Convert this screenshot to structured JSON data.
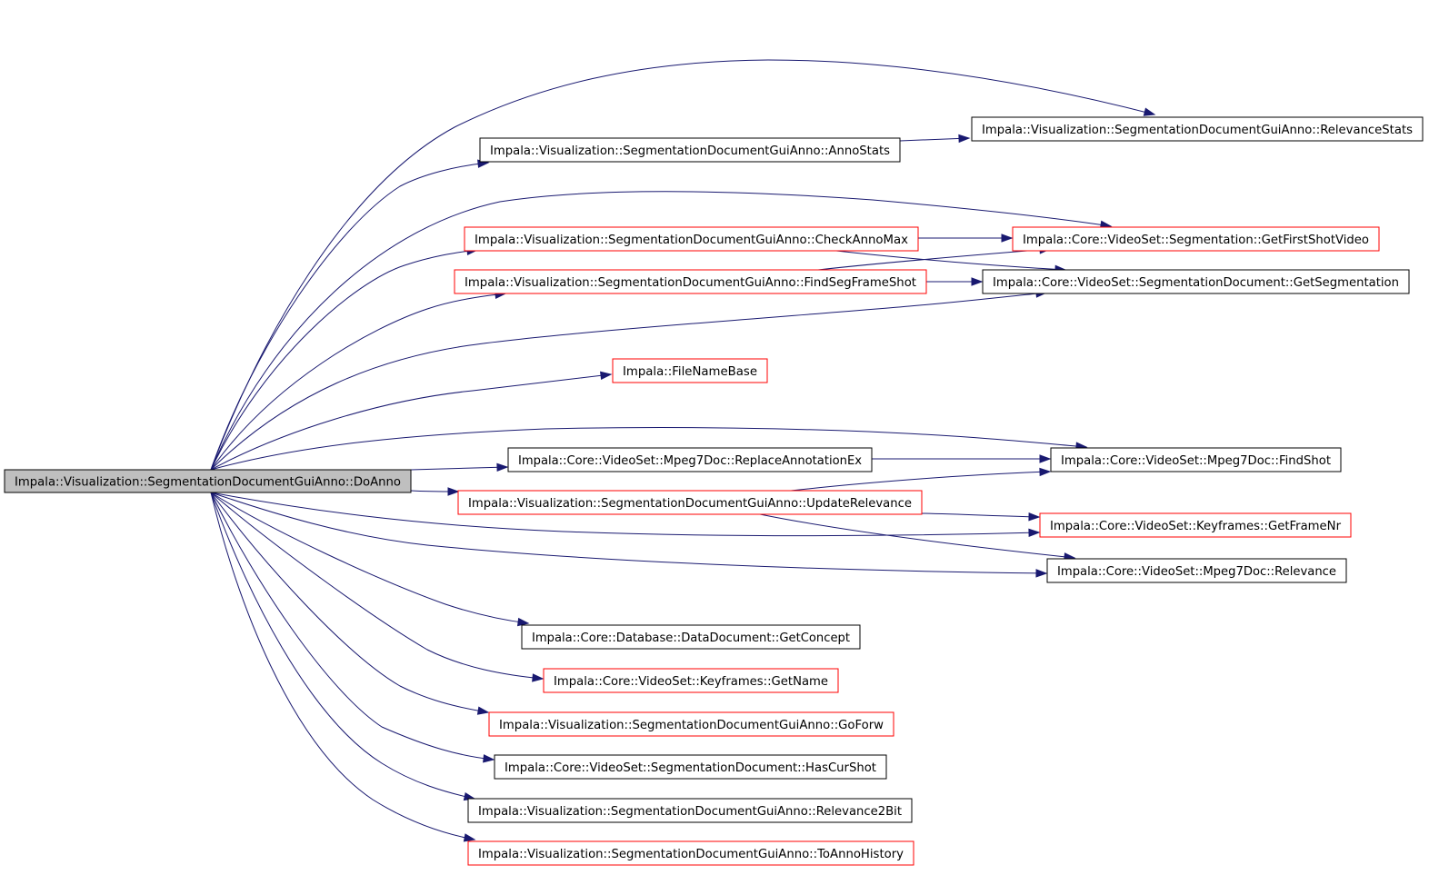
{
  "colors": {
    "edge": "#191970",
    "root_fill": "#bfbfbf",
    "normal_border": "#000000",
    "truncated_border": "#ff0000"
  },
  "nodes": [
    {
      "id": "doanno",
      "label": "Impala::Visualization::SegmentationDocumentGuiAnno::DoAnno",
      "style": "root"
    },
    {
      "id": "annostats",
      "label": "Impala::Visualization::SegmentationDocumentGuiAnno::AnnoStats",
      "style": "normal"
    },
    {
      "id": "relstats",
      "label": "Impala::Visualization::SegmentationDocumentGuiAnno::RelevanceStats",
      "style": "normal"
    },
    {
      "id": "checkannomax",
      "label": "Impala::Visualization::SegmentationDocumentGuiAnno::CheckAnnoMax",
      "style": "truncated"
    },
    {
      "id": "getfirstshot",
      "label": "Impala::Core::VideoSet::Segmentation::GetFirstShotVideo",
      "style": "truncated"
    },
    {
      "id": "findsegframe",
      "label": "Impala::Visualization::SegmentationDocumentGuiAnno::FindSegFrameShot",
      "style": "truncated"
    },
    {
      "id": "getsegmentation",
      "label": "Impala::Core::VideoSet::SegmentationDocument::GetSegmentation",
      "style": "normal"
    },
    {
      "id": "filenamebase",
      "label": "Impala::FileNameBase",
      "style": "truncated"
    },
    {
      "id": "replaceanno",
      "label": "Impala::Core::VideoSet::Mpeg7Doc::ReplaceAnnotationEx",
      "style": "normal"
    },
    {
      "id": "findshot",
      "label": "Impala::Core::VideoSet::Mpeg7Doc::FindShot",
      "style": "normal"
    },
    {
      "id": "updaterel",
      "label": "Impala::Visualization::SegmentationDocumentGuiAnno::UpdateRelevance",
      "style": "truncated"
    },
    {
      "id": "getframenr",
      "label": "Impala::Core::VideoSet::Keyframes::GetFrameNr",
      "style": "truncated"
    },
    {
      "id": "relevance",
      "label": "Impala::Core::VideoSet::Mpeg7Doc::Relevance",
      "style": "normal"
    },
    {
      "id": "getconcept",
      "label": "Impala::Core::Database::DataDocument::GetConcept",
      "style": "normal"
    },
    {
      "id": "getname",
      "label": "Impala::Core::VideoSet::Keyframes::GetName",
      "style": "truncated"
    },
    {
      "id": "goforw",
      "label": "Impala::Visualization::SegmentationDocumentGuiAnno::GoForw",
      "style": "truncated"
    },
    {
      "id": "hascurshot",
      "label": "Impala::Core::VideoSet::SegmentationDocument::HasCurShot",
      "style": "normal"
    },
    {
      "id": "rel2bit",
      "label": "Impala::Visualization::SegmentationDocumentGuiAnno::Relevance2Bit",
      "style": "normal"
    },
    {
      "id": "toannohist",
      "label": "Impala::Visualization::SegmentationDocumentGuiAnno::ToAnnoHistory",
      "style": "truncated"
    }
  ],
  "edges": [
    {
      "from": "doanno",
      "to": "relstats"
    },
    {
      "from": "doanno",
      "to": "annostats"
    },
    {
      "from": "annostats",
      "to": "relstats"
    },
    {
      "from": "doanno",
      "to": "getfirstshot"
    },
    {
      "from": "doanno",
      "to": "checkannomax"
    },
    {
      "from": "checkannomax",
      "to": "getfirstshot"
    },
    {
      "from": "checkannomax",
      "to": "getsegmentation"
    },
    {
      "from": "doanno",
      "to": "findsegframe"
    },
    {
      "from": "findsegframe",
      "to": "getfirstshot"
    },
    {
      "from": "findsegframe",
      "to": "getsegmentation"
    },
    {
      "from": "doanno",
      "to": "getsegmentation"
    },
    {
      "from": "doanno",
      "to": "filenamebase"
    },
    {
      "from": "doanno",
      "to": "findshot"
    },
    {
      "from": "doanno",
      "to": "replaceanno"
    },
    {
      "from": "replaceanno",
      "to": "findshot"
    },
    {
      "from": "doanno",
      "to": "updaterel"
    },
    {
      "from": "updaterel",
      "to": "findshot"
    },
    {
      "from": "updaterel",
      "to": "getframenr"
    },
    {
      "from": "updaterel",
      "to": "relevance"
    },
    {
      "from": "doanno",
      "to": "getframenr"
    },
    {
      "from": "doanno",
      "to": "relevance"
    },
    {
      "from": "doanno",
      "to": "getconcept"
    },
    {
      "from": "doanno",
      "to": "getname"
    },
    {
      "from": "doanno",
      "to": "goforw"
    },
    {
      "from": "doanno",
      "to": "hascurshot"
    },
    {
      "from": "doanno",
      "to": "rel2bit"
    },
    {
      "from": "doanno",
      "to": "toannohist"
    }
  ]
}
